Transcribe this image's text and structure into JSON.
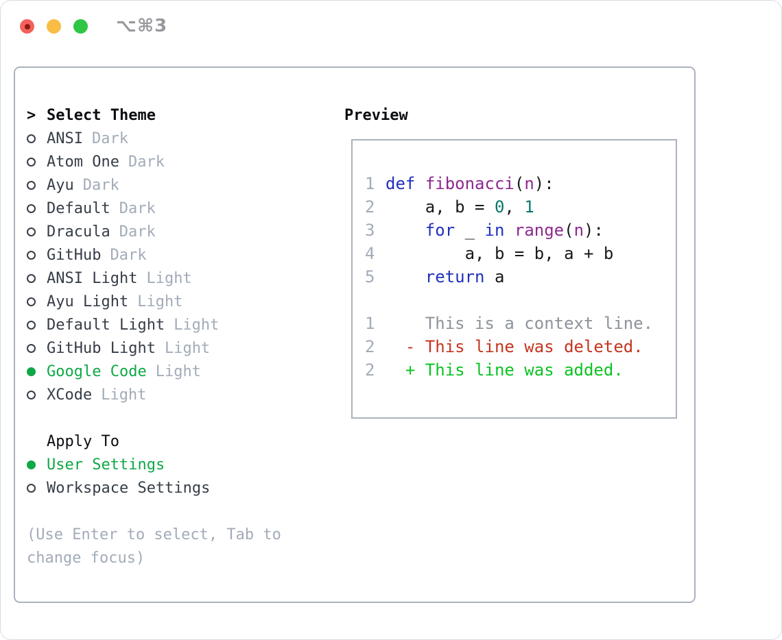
{
  "window": {
    "title": "⌥⌘3"
  },
  "colors": {
    "traffic-red": "#f2615b",
    "traffic-red-dot": "#8c1a13",
    "traffic-yellow": "#f8bd45",
    "traffic-green": "#2fc644",
    "title-text": "#98999d",
    "panel-border": "#a9b2bd",
    "header-text": "#0b0d11",
    "list-text": "#363d47",
    "muted": "#a2abb8",
    "accent-green": "#0fa846",
    "code-keyword": "#1f31bd",
    "code-function": "#8e2890",
    "code-literal": "#0b766b",
    "code-plain": "#17191d",
    "diff-context": "#8d939b",
    "diff-deleted": "#c5351f",
    "diff-added": "#0cc222"
  },
  "theme_panel": {
    "header_prefix": ">",
    "header": "Select Theme",
    "themes": [
      {
        "name": "ANSI",
        "tag": "Dark",
        "selected": false
      },
      {
        "name": "Atom One",
        "tag": "Dark",
        "selected": false
      },
      {
        "name": "Ayu",
        "tag": "Dark",
        "selected": false
      },
      {
        "name": "Default",
        "tag": "Dark",
        "selected": false
      },
      {
        "name": "Dracula",
        "tag": "Dark",
        "selected": false
      },
      {
        "name": "GitHub",
        "tag": "Dark",
        "selected": false
      },
      {
        "name": "ANSI Light",
        "tag": "Light",
        "selected": false
      },
      {
        "name": "Ayu Light",
        "tag": "Light",
        "selected": false
      },
      {
        "name": "Default Light",
        "tag": "Light",
        "selected": false
      },
      {
        "name": "GitHub Light",
        "tag": "Light",
        "selected": false
      },
      {
        "name": "Google Code",
        "tag": "Light",
        "selected": true
      },
      {
        "name": "XCode",
        "tag": "Light",
        "selected": false
      }
    ],
    "apply_to": {
      "header": "Apply To",
      "options": [
        {
          "name": "User Settings",
          "selected": true
        },
        {
          "name": "Workspace Settings",
          "selected": false
        }
      ]
    },
    "hint_line1": "(Use Enter to select, Tab to",
    "hint_line2": "change focus)"
  },
  "preview": {
    "header": "Preview",
    "code_lines": [
      {
        "num": "1",
        "tokens": [
          {
            "t": "def",
            "c": "kwd"
          },
          {
            "t": " ",
            "c": "pln"
          },
          {
            "t": "fibonacci",
            "c": "typ"
          },
          {
            "t": "(",
            "c": "pln"
          },
          {
            "t": "n",
            "c": "typ"
          },
          {
            "t": "):",
            "c": "pln"
          }
        ]
      },
      {
        "num": "2",
        "tokens": [
          {
            "t": "    a, b = ",
            "c": "pln"
          },
          {
            "t": "0",
            "c": "lit"
          },
          {
            "t": ", ",
            "c": "pln"
          },
          {
            "t": "1",
            "c": "lit"
          }
        ]
      },
      {
        "num": "3",
        "tokens": [
          {
            "t": "    ",
            "c": "pln"
          },
          {
            "t": "for",
            "c": "kwd"
          },
          {
            "t": " _ ",
            "c": "pln"
          },
          {
            "t": "in",
            "c": "kwd"
          },
          {
            "t": " ",
            "c": "pln"
          },
          {
            "t": "range",
            "c": "typ"
          },
          {
            "t": "(",
            "c": "pln"
          },
          {
            "t": "n",
            "c": "typ"
          },
          {
            "t": "):",
            "c": "pln"
          }
        ]
      },
      {
        "num": "4",
        "tokens": [
          {
            "t": "        a, b = b, a + b",
            "c": "pln"
          }
        ]
      },
      {
        "num": "5",
        "tokens": [
          {
            "t": "    ",
            "c": "pln"
          },
          {
            "t": "return",
            "c": "kwd"
          },
          {
            "t": " a",
            "c": "pln"
          }
        ]
      }
    ],
    "diff_lines": [
      {
        "num": "1",
        "kind": "context",
        "text": "    This is a context line."
      },
      {
        "num": "2",
        "kind": "deleted",
        "text": "  - This line was deleted."
      },
      {
        "num": "2",
        "kind": "added",
        "text": "  + This line was added."
      }
    ]
  }
}
